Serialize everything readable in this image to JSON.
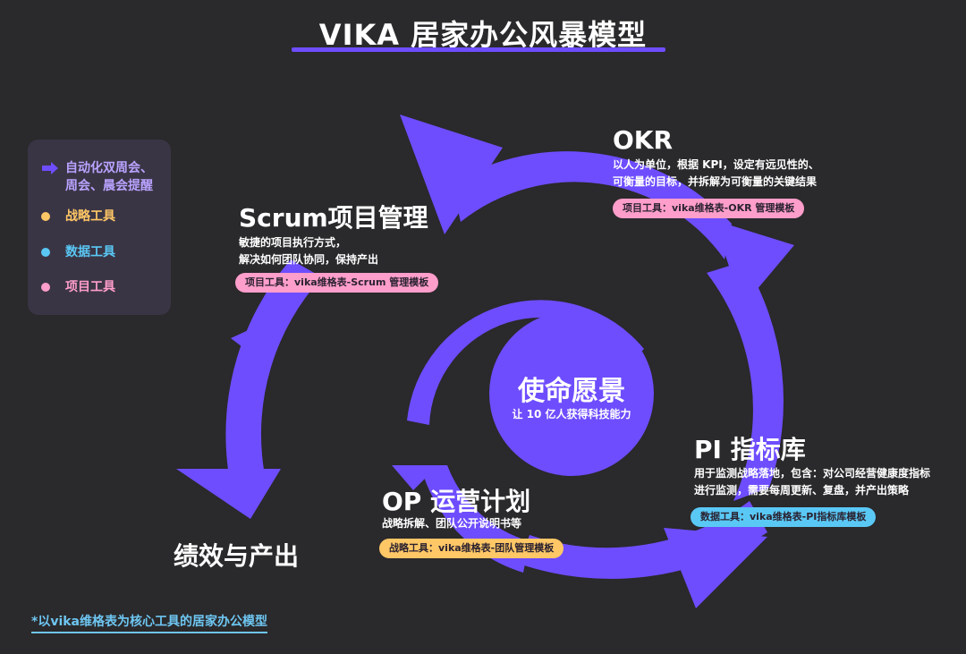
{
  "title": "VIKA 居家办公风暴模型",
  "colors": {
    "background": "#2a292b",
    "accent": "#6e4dff",
    "strategy": "#ffc766",
    "data": "#5ac8f5",
    "project": "#ff9ecb"
  },
  "legend": {
    "items": [
      {
        "icon": "arrow-right-icon",
        "label": "自动化双周会、\n周会、晨会提醒"
      },
      {
        "icon": "dot-icon",
        "color": "#ffc766",
        "label": "战略工具"
      },
      {
        "icon": "dot-icon",
        "color": "#5ac8f5",
        "label": "数据工具"
      },
      {
        "icon": "dot-icon",
        "color": "#ff9ecb",
        "label": "项目工具"
      }
    ]
  },
  "center": {
    "title": "使命愿景",
    "subtitle": "让 10 亿人获得科技能力"
  },
  "okr": {
    "title": "OKR",
    "desc": "以人为单位，根据 KPI，设定有远见性的、\n可衡量的目标，并拆解为可衡量的关键结果",
    "tag": "项目工具：vika维格表-OKR 管理模板"
  },
  "scrum": {
    "title": "Scrum项目管理",
    "desc": "敏捷的项目执行方式，\n解决如何团队协同，保持产出",
    "tag": "项目工具：vika维格表-Scrum 管理模板"
  },
  "pi": {
    "title": "PI 指标库",
    "desc": "用于监测战略落地，包含：对公司经营健康度指标\n进行监测，需要每周更新、复盘，并产出策略",
    "tag": "数据工具：vika维格表-PI指标库模板"
  },
  "op": {
    "title": "OP 运营计划",
    "desc": "战略拆解、团队公开说明书等",
    "tag": "战略工具：vika维格表-团队管理模板"
  },
  "output": {
    "title": "绩效与产出"
  },
  "footnote": "*以vika维格表为核心工具的居家办公模型"
}
